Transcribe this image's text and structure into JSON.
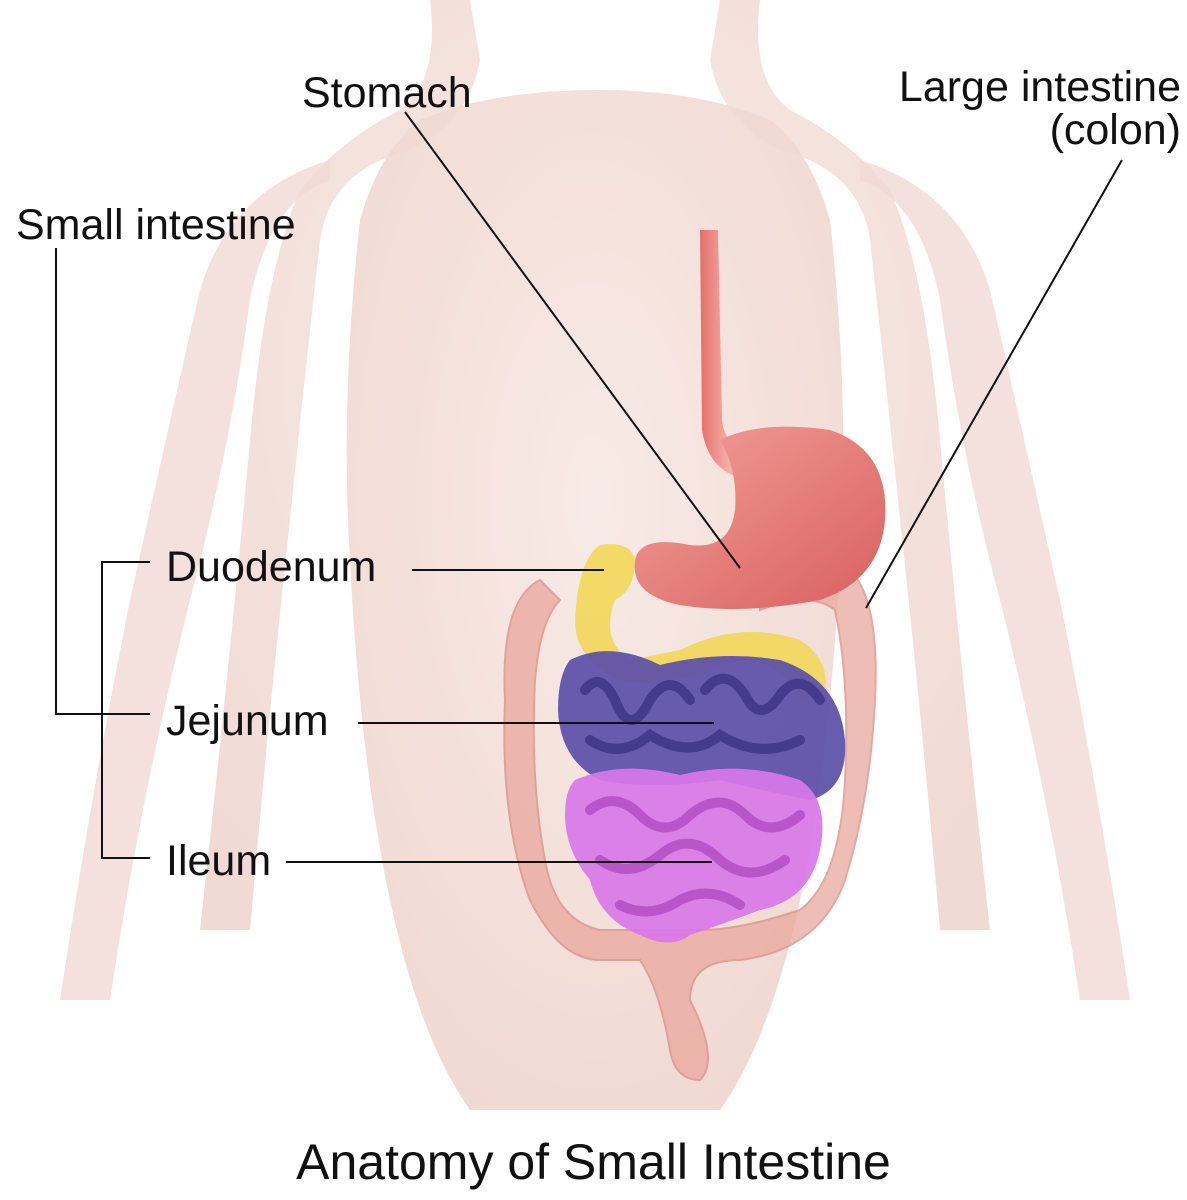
{
  "title": "Anatomy of Small Intestine",
  "labels": {
    "stomach": "Stomach",
    "large_intestine_line1": "Large intestine",
    "large_intestine_line2": "(colon)",
    "small_intestine": "Small intestine",
    "duodenum": "Duodenum",
    "jejunum": "Jejunum",
    "ileum": "Ileum"
  },
  "colors": {
    "body": "#f3dcd6",
    "stomach": "#e8807e",
    "colon": "#e9a79e",
    "duodenum": "#f2d75a",
    "jejunum": "#5b4ea8",
    "ileum": "#d877e8",
    "leader_line": "#111111"
  }
}
